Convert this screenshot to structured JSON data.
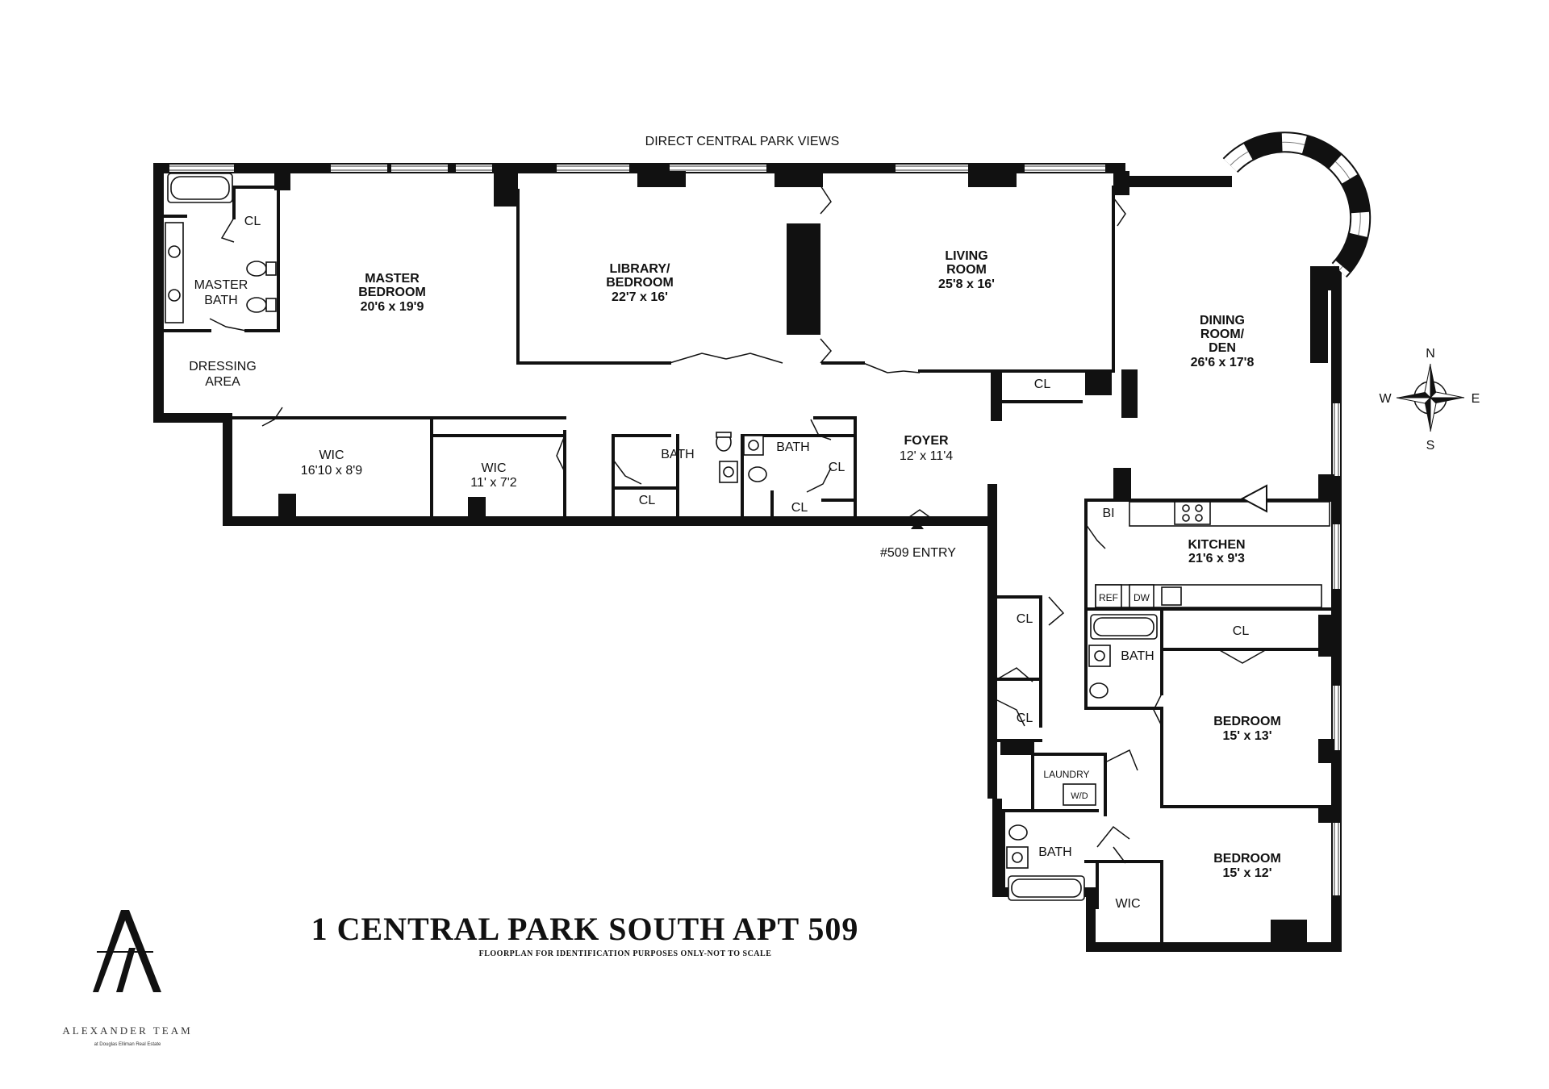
{
  "header": {
    "views_label": "DIRECT CENTRAL PARK VIEWS"
  },
  "rooms": {
    "master_bedroom": {
      "name_1": "MASTER",
      "name_2": "BEDROOM",
      "size": "20'6 x 19'9"
    },
    "library": {
      "name_1": "LIBRARY/",
      "name_2": "BEDROOM",
      "size": "22'7 x 16'"
    },
    "living": {
      "name_1": "LIVING",
      "name_2": "ROOM",
      "size": "25'8 x 16'"
    },
    "dining": {
      "name_1": "DINING",
      "name_2": "ROOM/",
      "name_3": "DEN",
      "size": "26'6 x 17'8"
    },
    "master_bath": {
      "name_1": "MASTER",
      "name_2": "BATH"
    },
    "dressing": {
      "name_1": "DRESSING",
      "name_2": "AREA"
    },
    "wic_1": {
      "name": "WIC",
      "size": "16'10 x 8'9"
    },
    "wic_2": {
      "name": "WIC",
      "size": "11' x 7'2"
    },
    "foyer": {
      "name": "FOYER",
      "size": "12' x 11'4"
    },
    "entry": {
      "label": "#509 ENTRY"
    },
    "kitchen": {
      "name": "KITCHEN",
      "size": "21'6 x 9'3",
      "bi": "BI",
      "ref": "REF",
      "dw": "DW"
    },
    "bedroom_1": {
      "name": "BEDROOM",
      "size": "15' x 13'"
    },
    "bedroom_2": {
      "name": "BEDROOM",
      "size": "15' x 12'"
    },
    "laundry": {
      "name": "LAUNDRY",
      "wd": "W/D"
    },
    "bath_label": "BATH",
    "cl_label": "CL",
    "wic_label": "WIC"
  },
  "compass": {
    "n": "N",
    "s": "S",
    "e": "E",
    "w": "W"
  },
  "footer": {
    "title": "1 CENTRAL PARK SOUTH APT 509",
    "subtitle": "FLOORPLAN FOR IDENTIFICATION PURPOSES ONLY-NOT TO SCALE"
  },
  "logo": {
    "name": "ALEXANDER TEAM",
    "tagline": "at Douglas Elliman Real Estate"
  }
}
